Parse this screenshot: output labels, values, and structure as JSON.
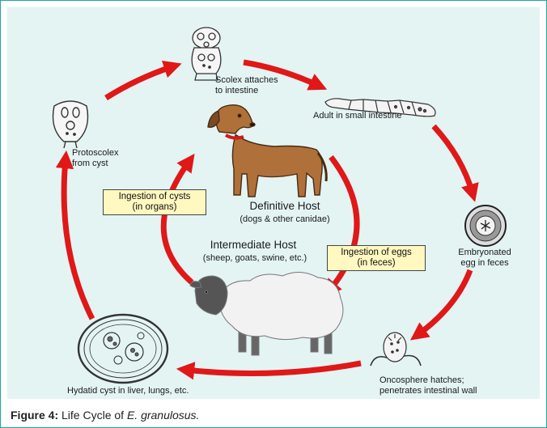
{
  "figure": {
    "caption_number": "Figure 4:",
    "caption_prefix": "Life Cycle of",
    "caption_species": "E. granulosus."
  },
  "stages": {
    "scolex": "Scolex attaches\nto intestine",
    "adult": "Adult in small intestine",
    "protoscolex": "Protoscolex\nfrom cyst",
    "egg": "Embryonated\negg in feces",
    "oncosphere": "Oncosphere hatches;\npenetrates intestinal wall",
    "hydatid": "Hydatid cyst in liver, lungs, etc."
  },
  "hosts": {
    "definitive_title": "Definitive Host",
    "definitive_sub": "(dogs & other canidae)",
    "intermediate_title": "Intermediate Host",
    "intermediate_sub": "(sheep, goats, swine, etc.)"
  },
  "notes": {
    "cysts": "Ingestion of cysts\n(in organs)",
    "eggs": "Ingestion of eggs\n(in feces)"
  },
  "colors": {
    "arrow": "#e01818",
    "border": "#1aa9a0",
    "panel": "#e3f4f3",
    "note_fill": "#fff8c0",
    "dog": "#b0703a",
    "collar": "#d11b1b",
    "sheep_wool": "#f2f2f2",
    "sheep_face": "#555555"
  },
  "icons": [
    "scolex-icon",
    "adult-worm-icon",
    "protoscolex-icon",
    "egg-icon",
    "oncosphere-icon",
    "hydatid-cyst-icon",
    "dog-icon",
    "sheep-icon"
  ]
}
